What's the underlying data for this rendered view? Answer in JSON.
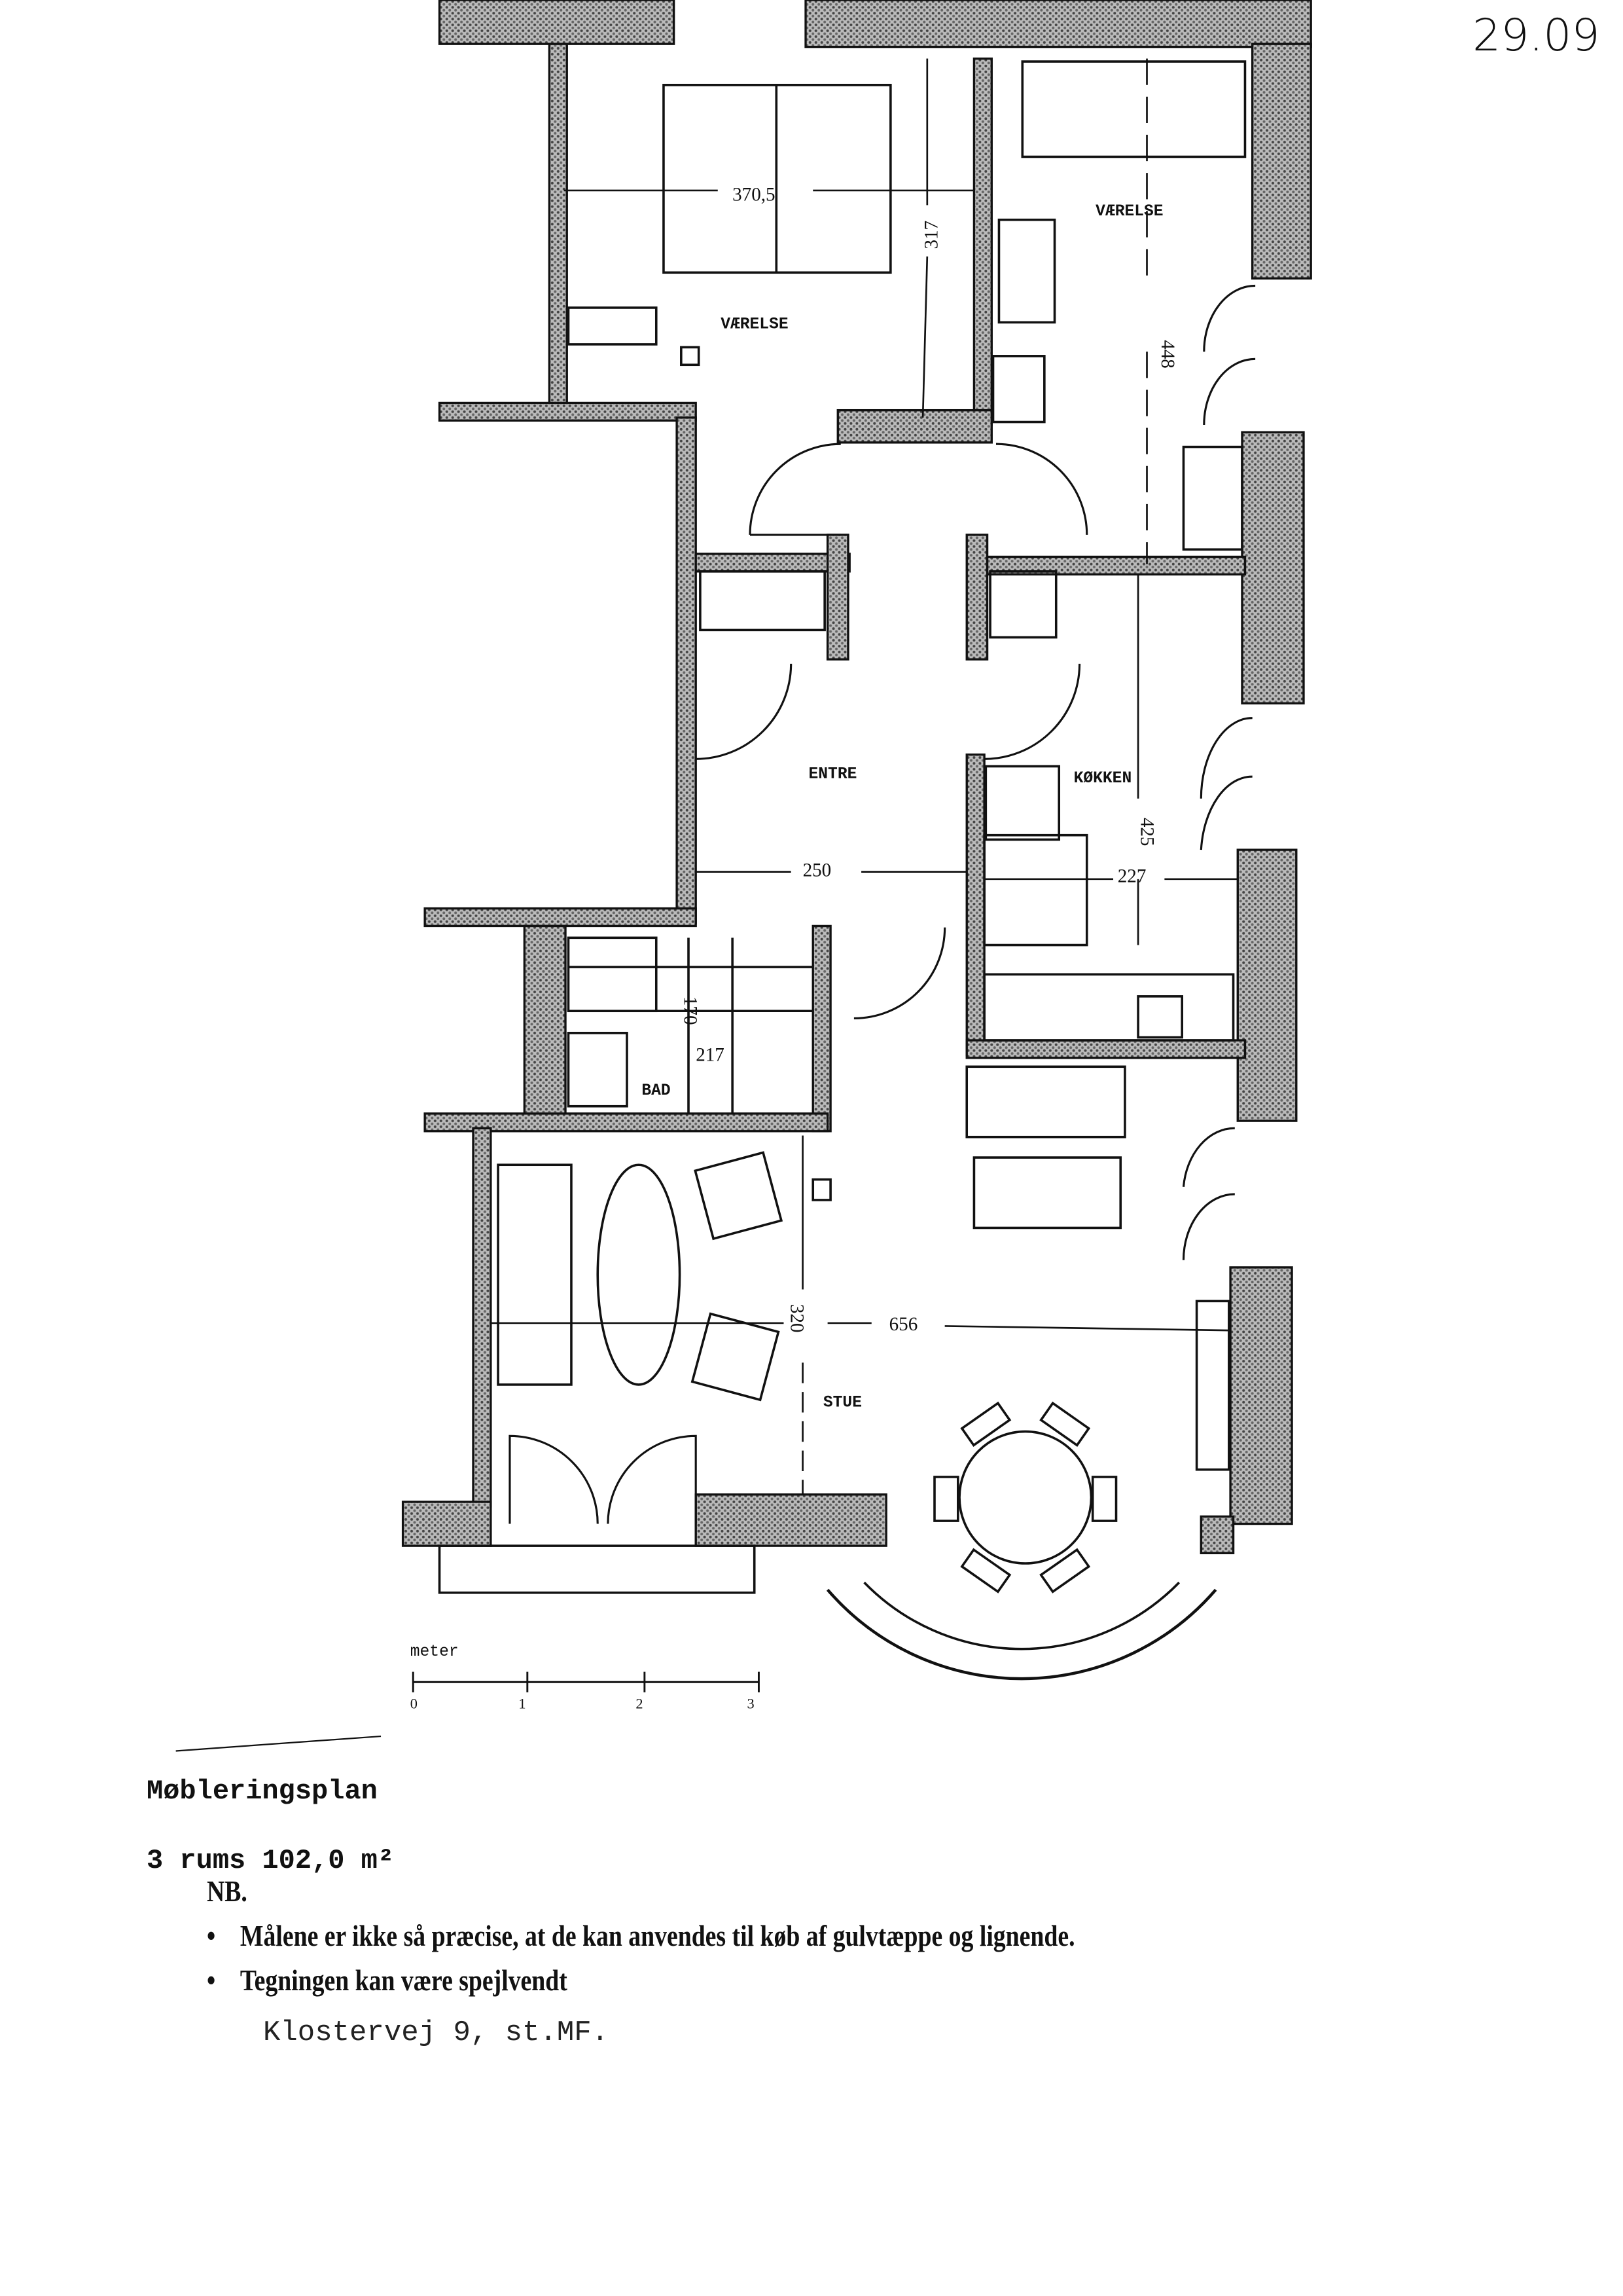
{
  "handwritten_date": "29.09",
  "rooms": {
    "bedroom_1": "VÆRELSE",
    "bedroom_2": "VÆRELSE",
    "entrance": "ENTRE",
    "kitchen": "KØKKEN",
    "bathroom": "BAD",
    "living_room": "STUE"
  },
  "dimensions": {
    "bedroom_1_width": "370,5",
    "bedroom_1_depth": "317",
    "bedroom_2_depth": "448",
    "entrance_width": "250",
    "kitchen_width": "227",
    "kitchen_depth": "425",
    "bathroom_depth": "170",
    "bathroom_width": "217",
    "living_depth": "320",
    "living_width": "656"
  },
  "scale_bar": {
    "unit": "meter",
    "ticks": [
      "0",
      "1",
      "2",
      "3"
    ]
  },
  "title": "Møbleringsplan",
  "summary": "3 rums 102,0 m²",
  "note_heading": "NB.",
  "notes": [
    "Målene er ikke så præcise, at de kan anvendes til køb af gulvtæppe og lignende.",
    "Tegningen kan være spejlvendt"
  ],
  "address": "Klostervej 9, st.MF."
}
